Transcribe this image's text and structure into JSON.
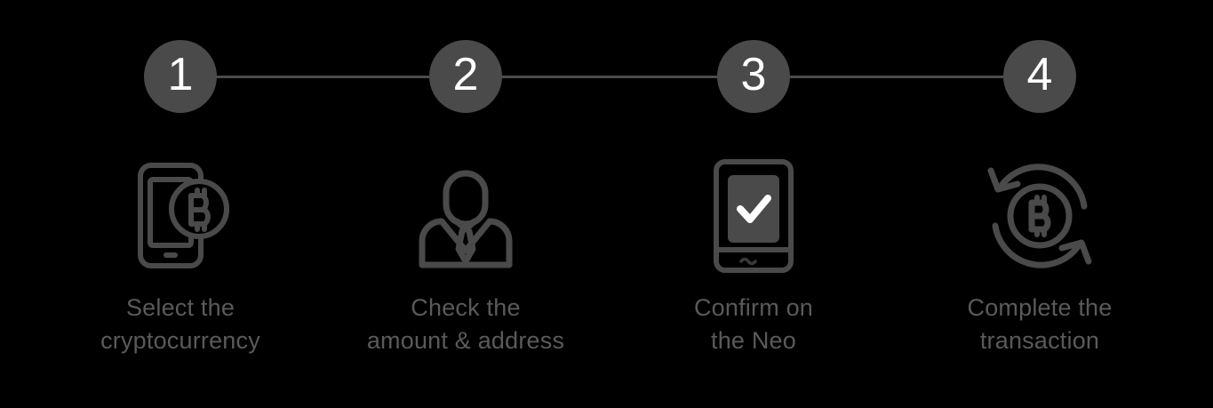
{
  "theme": {
    "background": "#000000",
    "accent": "#4a4a4a",
    "icon_stroke": "#4a4a4a",
    "number_color": "#ffffff",
    "caption_color": "#5a5a5a"
  },
  "progress": {
    "name": "transaction-steps-progress",
    "connector_color": "#4a4a4a",
    "steps": [
      {
        "number": "1",
        "icon": "smartphone-bitcoin-icon",
        "caption": "Select the\ncryptocurrency"
      },
      {
        "number": "2",
        "icon": "person-suit-icon",
        "caption": "Check the\namount & address"
      },
      {
        "number": "3",
        "icon": "neo-device-check-icon",
        "caption": "Confirm on\nthe Neo"
      },
      {
        "number": "4",
        "icon": "bitcoin-refresh-icon",
        "caption": "Complete the\ntransaction"
      }
    ]
  }
}
